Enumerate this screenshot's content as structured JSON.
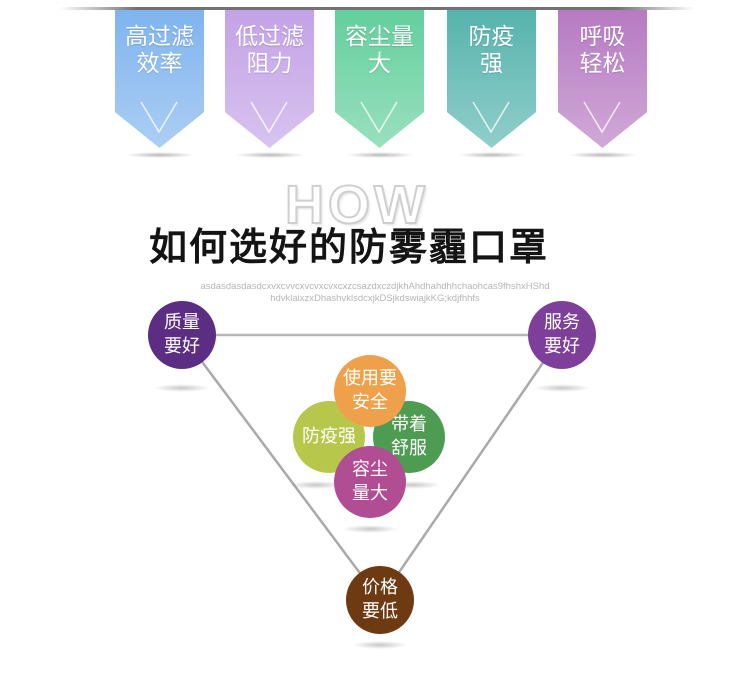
{
  "banners": [
    {
      "text": "高过滤效率",
      "color": "#7fb4ee"
    },
    {
      "text": "低过滤阻力",
      "color": "#c3a2e6"
    },
    {
      "text": "容尘量大",
      "color": "#63cf9d"
    },
    {
      "text": "防疫强",
      "color": "#56b3ad"
    },
    {
      "text": "呼吸轻松",
      "color": "#b67ac2"
    }
  ],
  "how": "HOW",
  "title": "如何选好的防雾霾口罩",
  "subtitle_line1": "asdasdasdasdcxvxcvvcxvcvxcvxcxzcsazdxczdjkhAhdhahdhhchaohcas9fhshxHShd",
  "subtitle_line2": "hdvklaixzxDhashvklsdcxjkDSjkdswiajkKG;kdjfhhfs",
  "triangle": {
    "quality": {
      "text": "质量要好",
      "color": "#5b2d83"
    },
    "service": {
      "text": "服务要好",
      "color": "#7d3f9a"
    },
    "price": {
      "text": "价格要低",
      "color": "#6e3a12"
    }
  },
  "petals": {
    "use_safe": {
      "text": "使用要安全",
      "color": "#efa04a"
    },
    "anti": {
      "text": "防疫强",
      "color": "#b6c74c"
    },
    "comfort": {
      "text": "带着舒服",
      "color": "#4e9c52"
    },
    "capacity": {
      "text": "容尘量大",
      "color": "#b04d93"
    }
  }
}
